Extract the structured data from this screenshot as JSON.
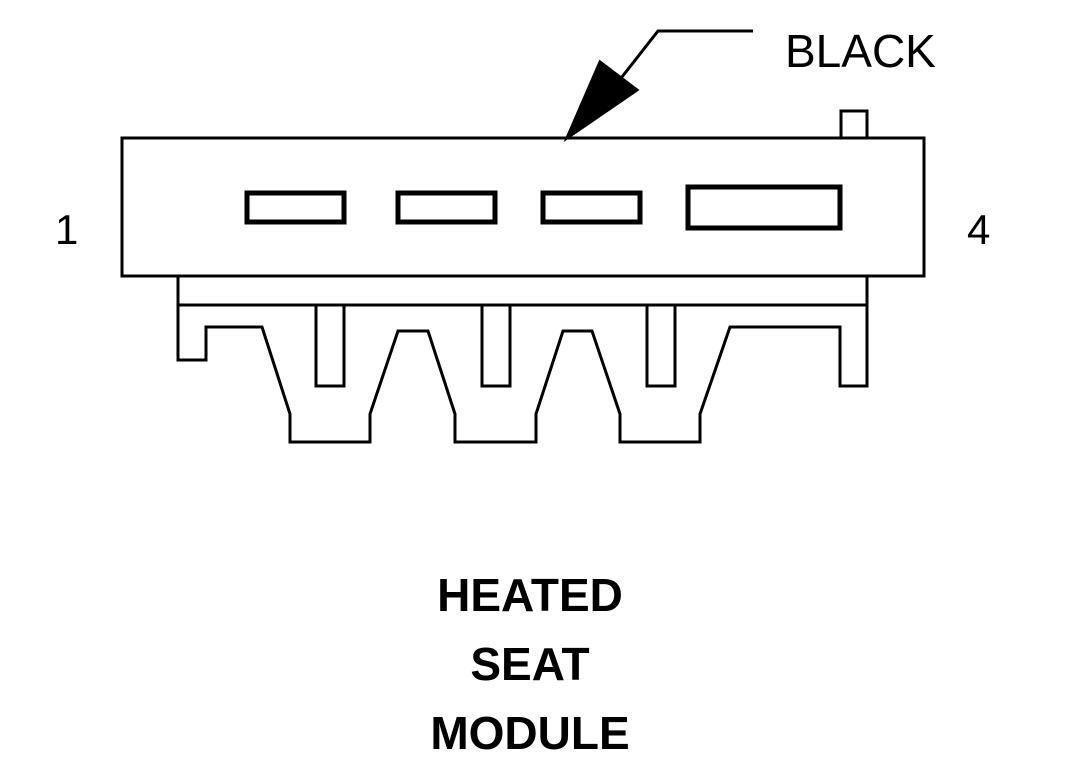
{
  "connector": {
    "color_callout": "BLACK",
    "pin_first": "1",
    "pin_last": "4"
  },
  "title": {
    "line1": "HEATED",
    "line2": "SEAT",
    "line3": "MODULE"
  },
  "colors": {
    "stroke": "#000000",
    "background": "#ffffff"
  }
}
